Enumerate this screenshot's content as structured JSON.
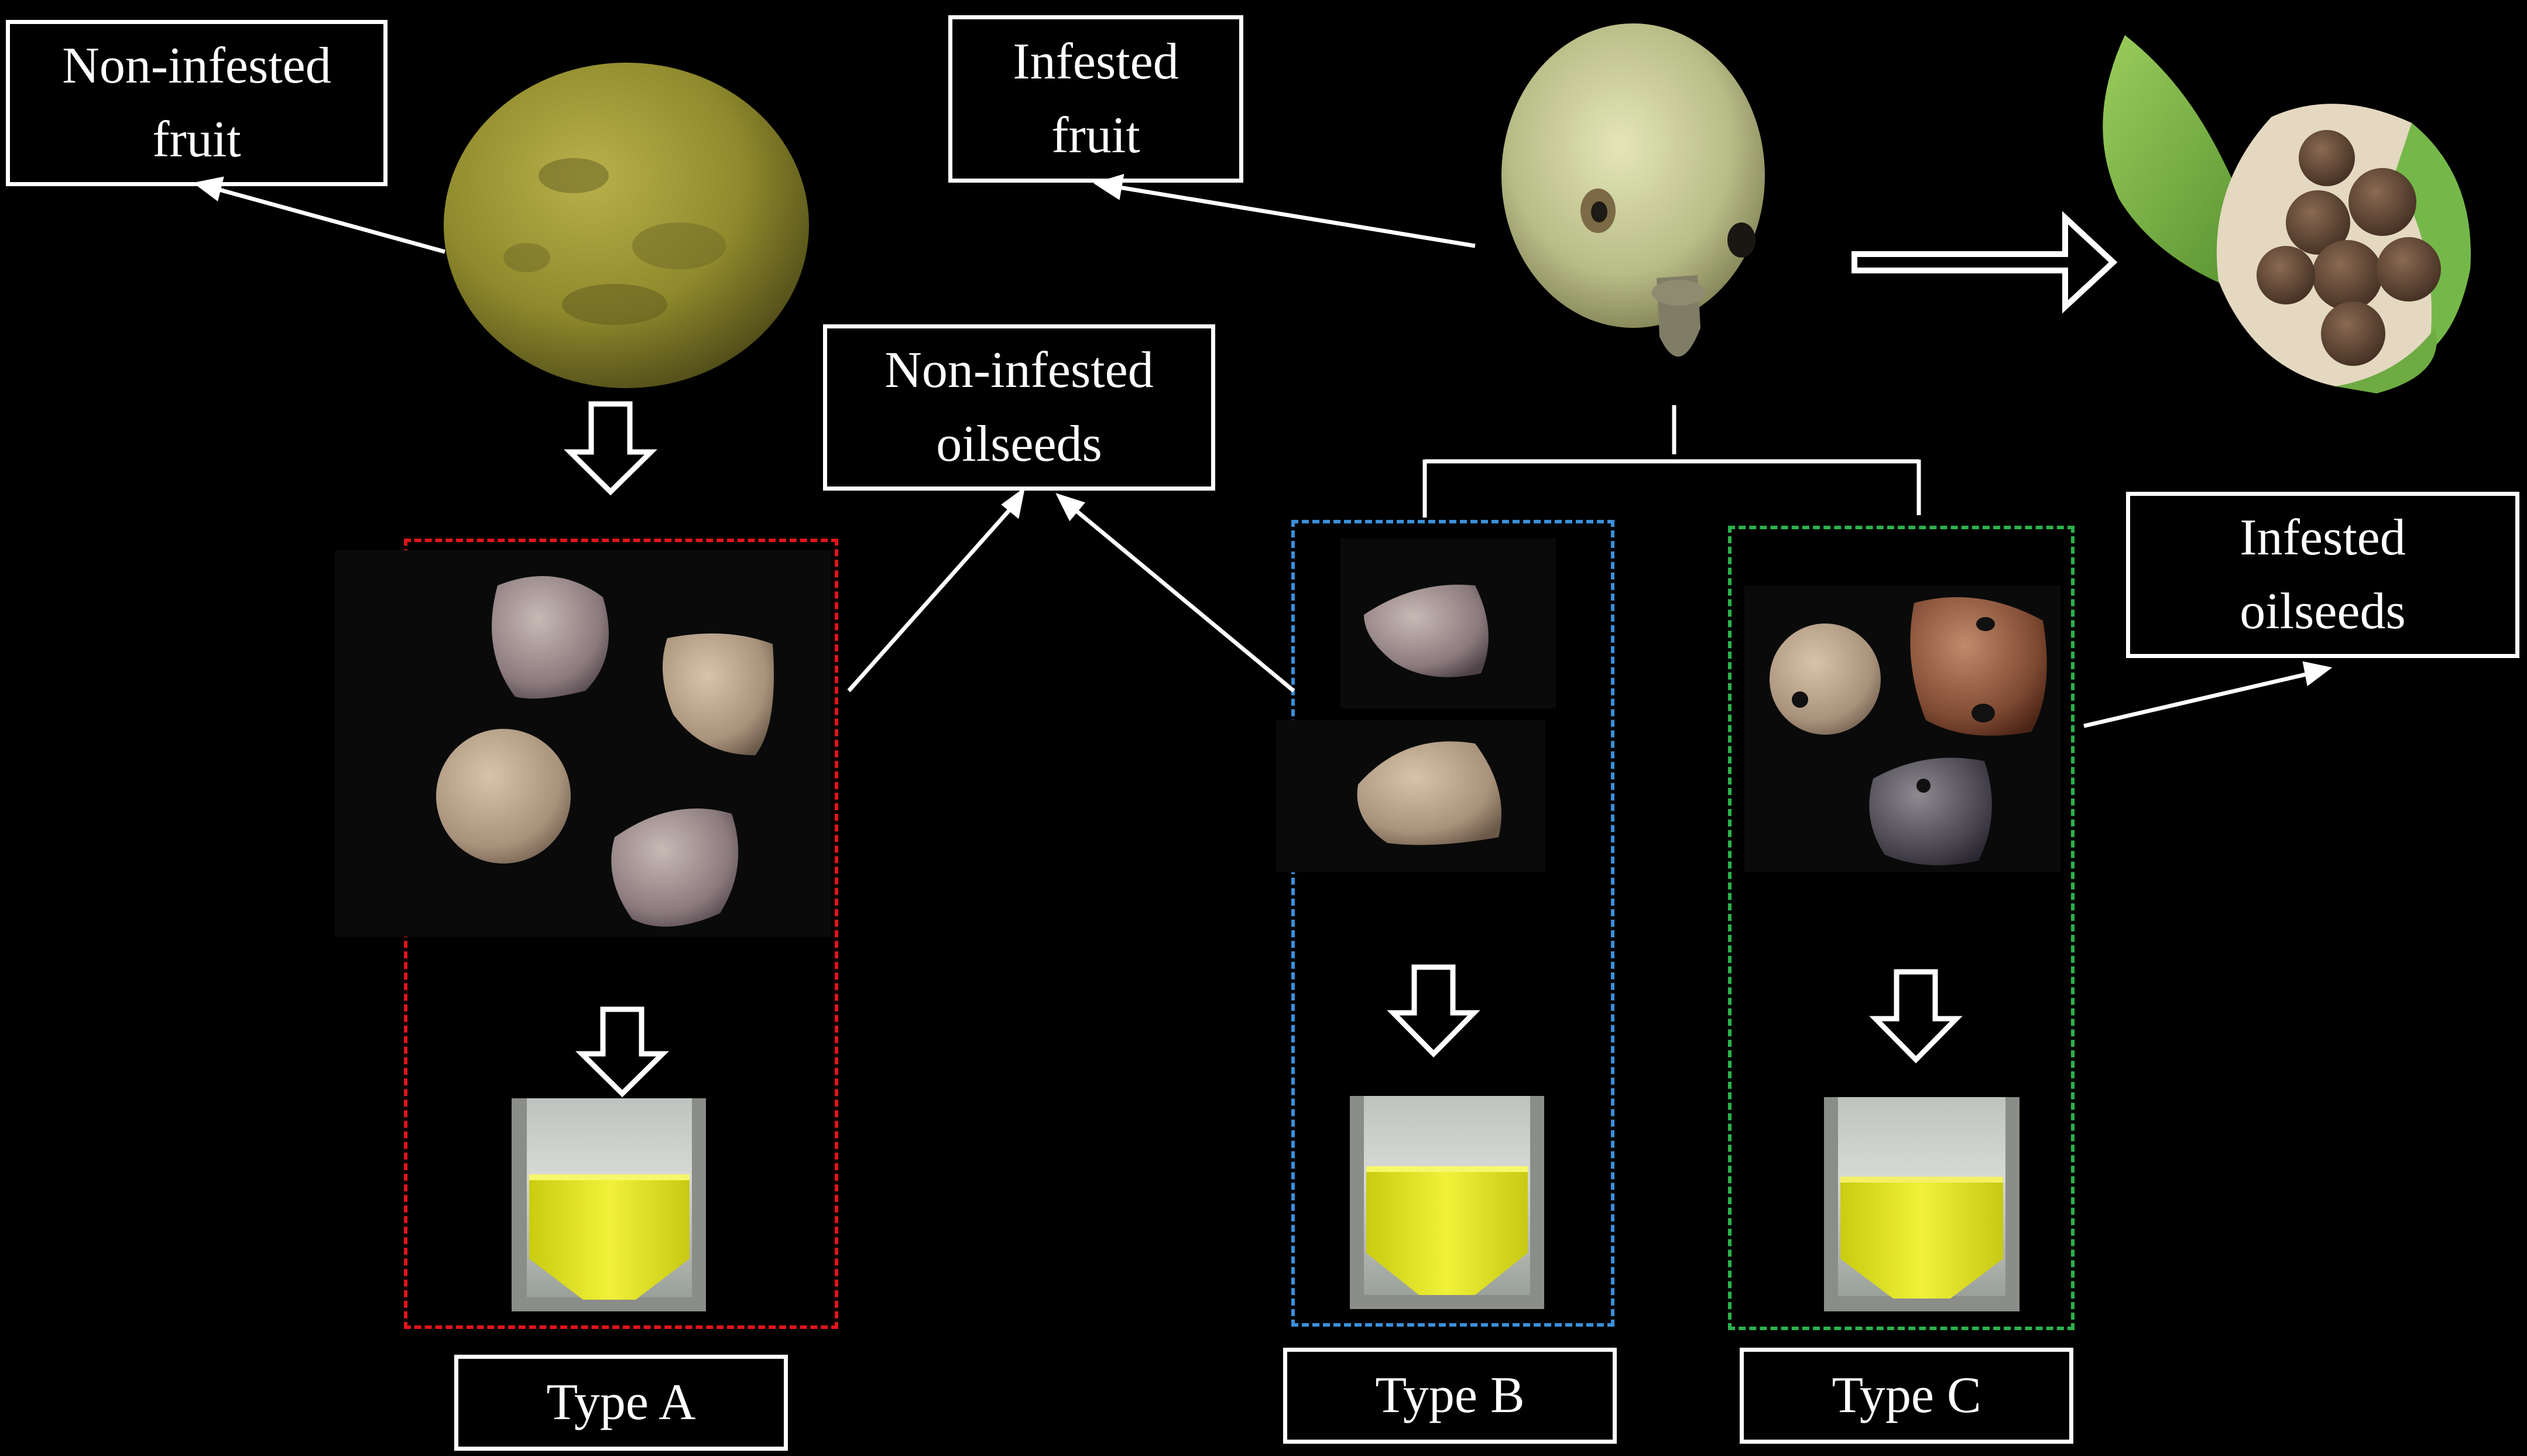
{
  "labels": {
    "non_infested_fruit": [
      "Non-infested",
      "fruit"
    ],
    "infested_fruit": [
      "Infested",
      "fruit"
    ],
    "non_infested_oilseeds": [
      "Non-infested",
      "oilseeds"
    ],
    "infested_oilseeds": [
      "Infested",
      "oilseeds"
    ],
    "type_a": "Type A",
    "type_b": "Type B",
    "type_c": "Type C"
  },
  "colors": {
    "background": "#000000",
    "type_a_border": "#e0141c",
    "type_b_border": "#3b8fd9",
    "type_c_border": "#2bb24c",
    "oil": "#e6e81e",
    "fruit_ripe": "#9a9a3a",
    "fruit_pale": "#c9cc9a"
  },
  "icons": [
    "down-arrow-icon",
    "right-arrow-icon",
    "pointer-arrow-icon"
  ]
}
